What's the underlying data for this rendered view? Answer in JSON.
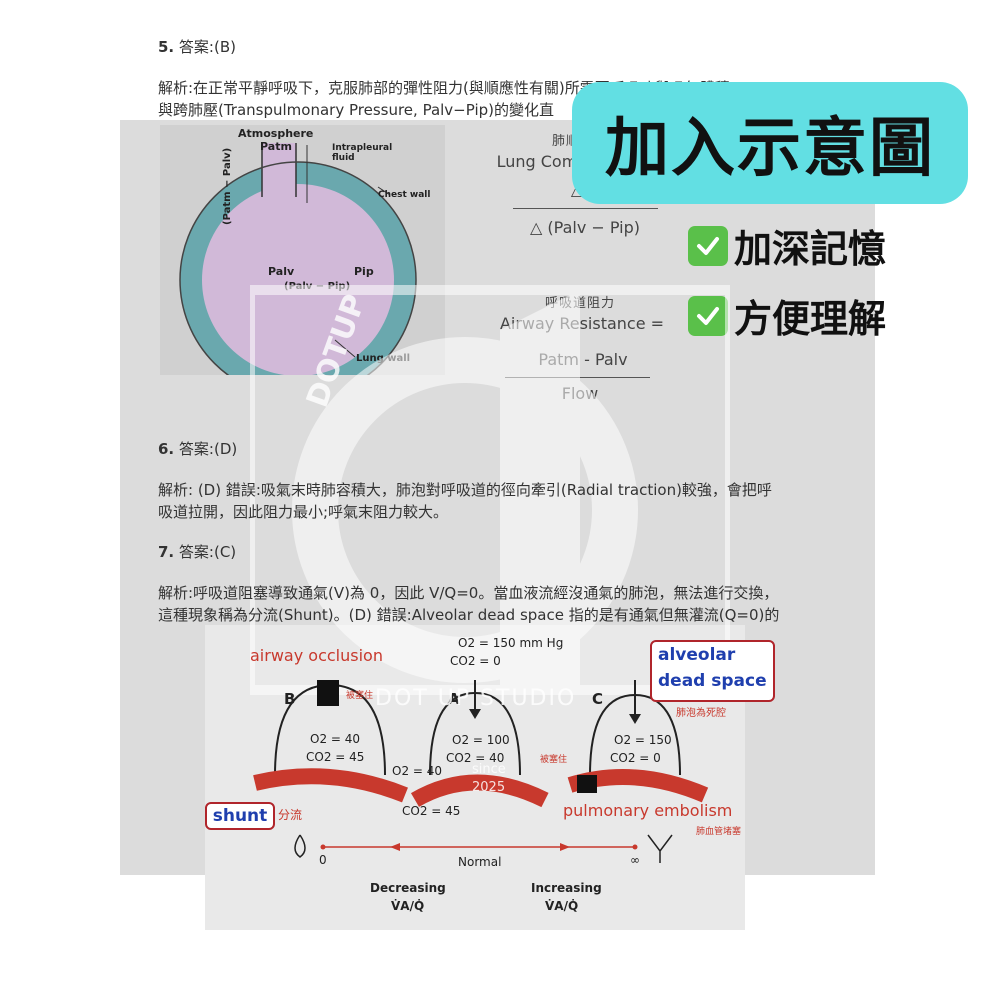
{
  "q5": {
    "heading_num": "5.",
    "heading_rest": "答案:(B)",
    "line1": "解析:在正常平靜呼吸下，克服肺部的彈性阻力(與順應性有關)所需要呼吸功與吸氣體積，",
    "line2": "與跨肺壓(Transpulmonary Pressure, Palv−Pip)的變化直"
  },
  "lung_diagram": {
    "atmosphere": "Atmosphere",
    "patm": "Patm",
    "intrapleural": "Intrapleural",
    "fluid": "fluid",
    "chest_wall": "Chest wall",
    "patm_minus_palv": "(Patm − Palv)",
    "palv": "Palv",
    "pip": "Pip",
    "palv_minus_pip": "(Palv − Pip)",
    "lung_wall": "Lung wall"
  },
  "formula_compliance": {
    "zh": "肺順應性",
    "en": "Lung Compliance =",
    "numerator": "△ V",
    "denominator": "△ (Palv − Pip)"
  },
  "formula_resistance": {
    "zh": "呼吸道阻力",
    "en": "Airway Resistance =",
    "numerator": "Patm - Palv",
    "denominator": "Flow"
  },
  "badge": {
    "title": "加入示意圖",
    "bullet1": "加深記憶",
    "bullet2": "方便理解",
    "check_icon": "✓"
  },
  "q6": {
    "heading_num": "6.",
    "heading_rest": "答案:(D)",
    "line1": "解析: (D) 錯誤:吸氣末時肺容積大，肺泡對呼吸道的徑向牽引(Radial traction)較強，會把呼",
    "line2": "吸道拉開，因此阻力最小;呼氣末阻力較大。"
  },
  "q7": {
    "heading_num": "7.",
    "heading_rest": "答案:(C)",
    "line1": "解析:呼吸道阻塞導致通氣(V)為 0，因此 V/Q=0。當血液流經沒通氣的肺泡，無法進行交換，",
    "line2": "這種現象稱為分流(Shunt)。(D) 錯誤:Alveolar dead space 指的是有通氣但無灌流(Q=0)的"
  },
  "vq_diagram": {
    "o2_top": "O2 = 150 mm Hg",
    "co2_top": "CO2 = 0",
    "airway_occlusion": "airway occlusion",
    "dead_space_line1": "alveolar",
    "dead_space_line2": "dead space",
    "dead_space_note": "肺泡為死腔",
    "label_b": "B",
    "label_a": "A",
    "label_c": "C",
    "b_o2": "O2 = 40",
    "b_co2": "CO2 = 45",
    "a_o2": "O2 = 100",
    "a_co2": "CO2 = 40",
    "c_o2": "O2 = 150",
    "c_co2": "CO2 = 0",
    "blood_o2": "O2 = 40",
    "blood_co2": "CO2 = 45",
    "shunt": "shunt",
    "shunt_note": "分流",
    "embolism": "pulmonary embolism",
    "embolism_note": "肺血管堵塞",
    "blocked_note_b": "被塞住",
    "blocked_note_c": "被塞住",
    "axis_zero": "0",
    "axis_normal": "Normal",
    "axis_inf": "∞",
    "decreasing": "Decreasing",
    "increasing": "Increasing",
    "vq_ratio": "V̇A/Q̇"
  },
  "watermark": {
    "brand": "DOT UP STUDIO",
    "side": "DOTUP",
    "since": "since",
    "year": "2025"
  }
}
